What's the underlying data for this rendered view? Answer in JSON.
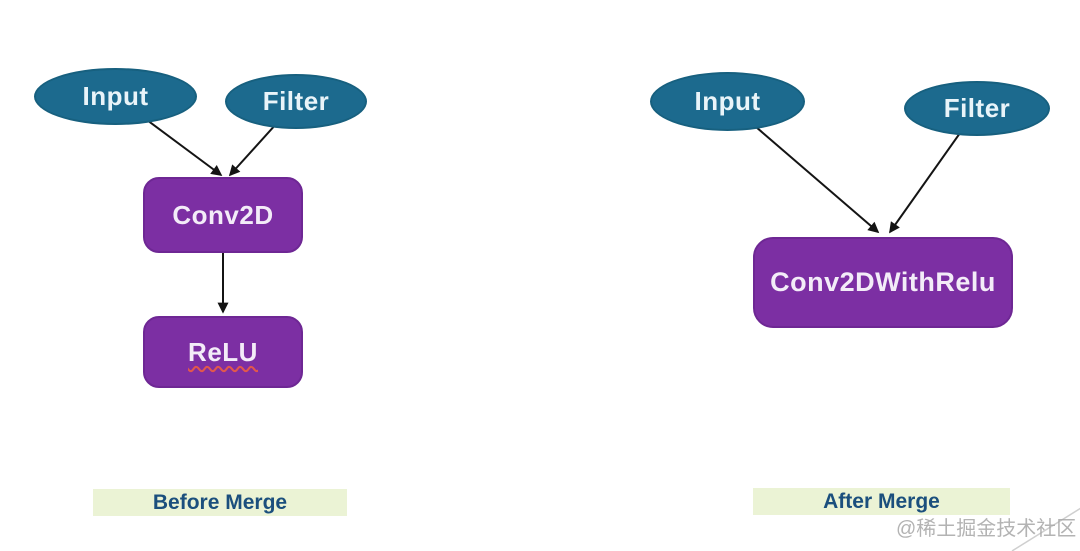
{
  "colors": {
    "background": "#ffffff",
    "input_node_fill": "#1c6a8e",
    "input_node_text": "#e9f4f9",
    "op_node_fill": "#7c2fa3",
    "op_node_text": "#f3ecf8",
    "arrow": "#141414",
    "caption_bg": "#ebf3d5",
    "caption_text": "#1b4f7d",
    "relu_spellcheck_underline": "#e2574c",
    "watermark_text": "#a6a6a6"
  },
  "before": {
    "nodes": {
      "input": "Input",
      "filter": "Filter",
      "conv": "Conv2D",
      "relu": "ReLU"
    },
    "caption": "Before Merge"
  },
  "after": {
    "nodes": {
      "input": "Input",
      "filter": "Filter",
      "conv": "Conv2DWithRelu"
    },
    "caption": "After Merge"
  },
  "watermark": {
    "text": "@稀土掘金技术社区"
  }
}
